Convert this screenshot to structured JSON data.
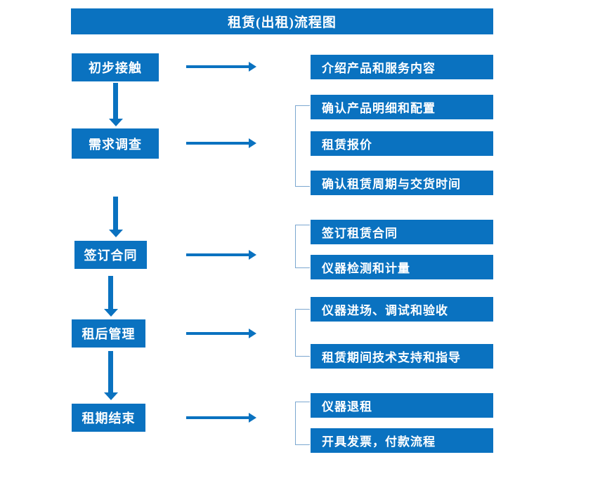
{
  "diagram": {
    "title": "租赁(出租)流程图",
    "accent_color": "#0a72c0",
    "bracket_color": "#7ba7d0",
    "text_color": "#ffffff",
    "background_color": "#ffffff",
    "arrow_icon_name": "arrow-right-icon",
    "down_arrow_icon_name": "arrow-down-icon",
    "bracket_icon_name": "group-bracket-icon"
  },
  "stages": [
    {
      "label": "初步接触"
    },
    {
      "label": "需求调查"
    },
    {
      "label": "签订合同"
    },
    {
      "label": "租后管理"
    },
    {
      "label": "租期结束"
    }
  ],
  "details": [
    {
      "label": "介绍产品和服务内容"
    },
    {
      "label": "确认产品明细和配置"
    },
    {
      "label": "租赁报价"
    },
    {
      "label": "确认租赁周期与交货时间"
    },
    {
      "label": "签订租赁合同"
    },
    {
      "label": "仪器检测和计量"
    },
    {
      "label": "仪器进场、调试和验收"
    },
    {
      "label": "租赁期间技术支持和指导"
    },
    {
      "label": "仪器退租"
    },
    {
      "label": "开具发票，付款流程"
    }
  ],
  "chart_data": {
    "type": "diagram",
    "title": "租赁(出租)流程图",
    "flow": [
      {
        "stage": "初步接触",
        "outputs": [
          "介绍产品和服务内容"
        ]
      },
      {
        "stage": "需求调查",
        "outputs": [
          "确认产品明细和配置",
          "租赁报价",
          "确认租赁周期与交货时间"
        ]
      },
      {
        "stage": "签订合同",
        "outputs": [
          "签订租赁合同",
          "仪器检测和计量"
        ]
      },
      {
        "stage": "租后管理",
        "outputs": [
          "仪器进场、调试和验收",
          "租赁期间技术支持和指导"
        ]
      },
      {
        "stage": "租期结束",
        "outputs": [
          "仪器退租",
          "开具发票，付款流程"
        ]
      }
    ]
  }
}
